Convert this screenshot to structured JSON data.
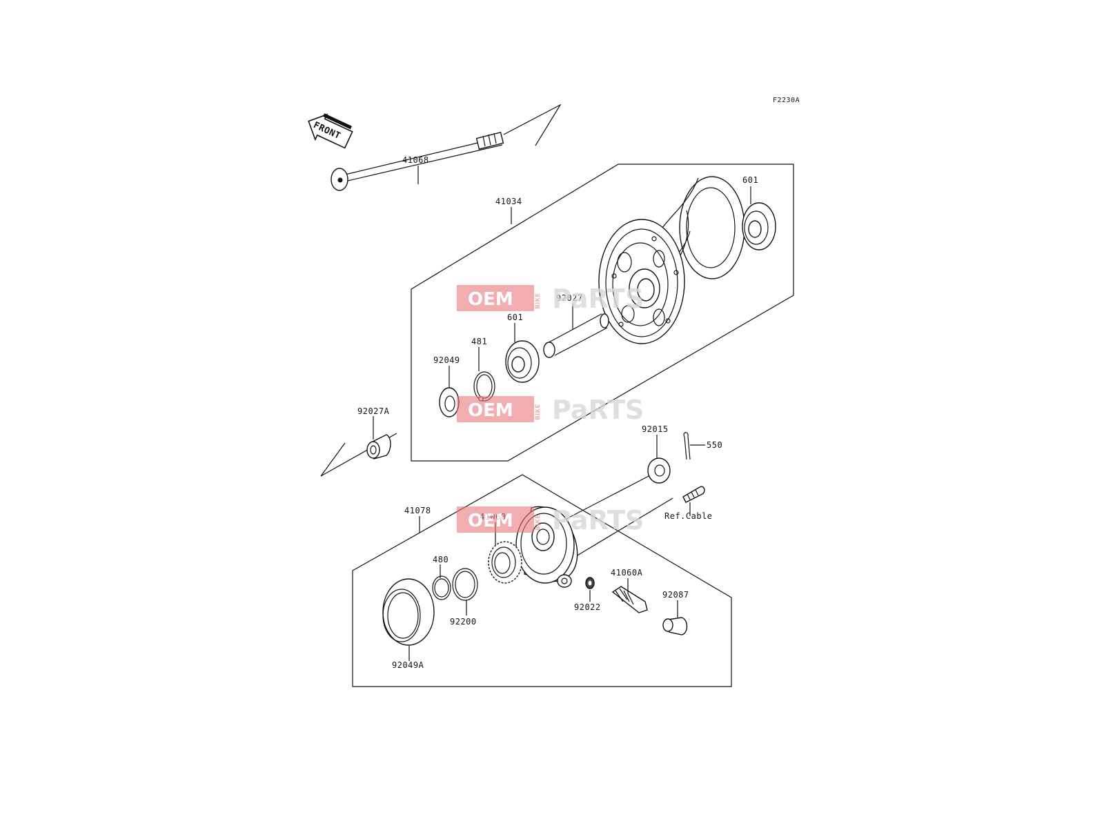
{
  "diagram_code": "F2230A",
  "front_arrow_label": "FRONT",
  "watermark": {
    "oem": "OEM",
    "bike": "BIKE",
    "parts": "PaRTS",
    "color": "#e8777a"
  },
  "parts": {
    "p41068": "41068",
    "p41034": "41034",
    "p601_right": "601",
    "p92027": "92027",
    "p601_left": "601",
    "p481": "481",
    "p92049": "92049",
    "p92027A": "92027A",
    "p92015": "92015",
    "p550": "550",
    "p_ref_cable": "Ref.Cable",
    "p41078": "41078",
    "p41060": "41060",
    "p480": "480",
    "p92200": "92200",
    "p92022": "92022",
    "p41060A": "41060A",
    "p92087": "92087",
    "p92049A": "92049A"
  }
}
